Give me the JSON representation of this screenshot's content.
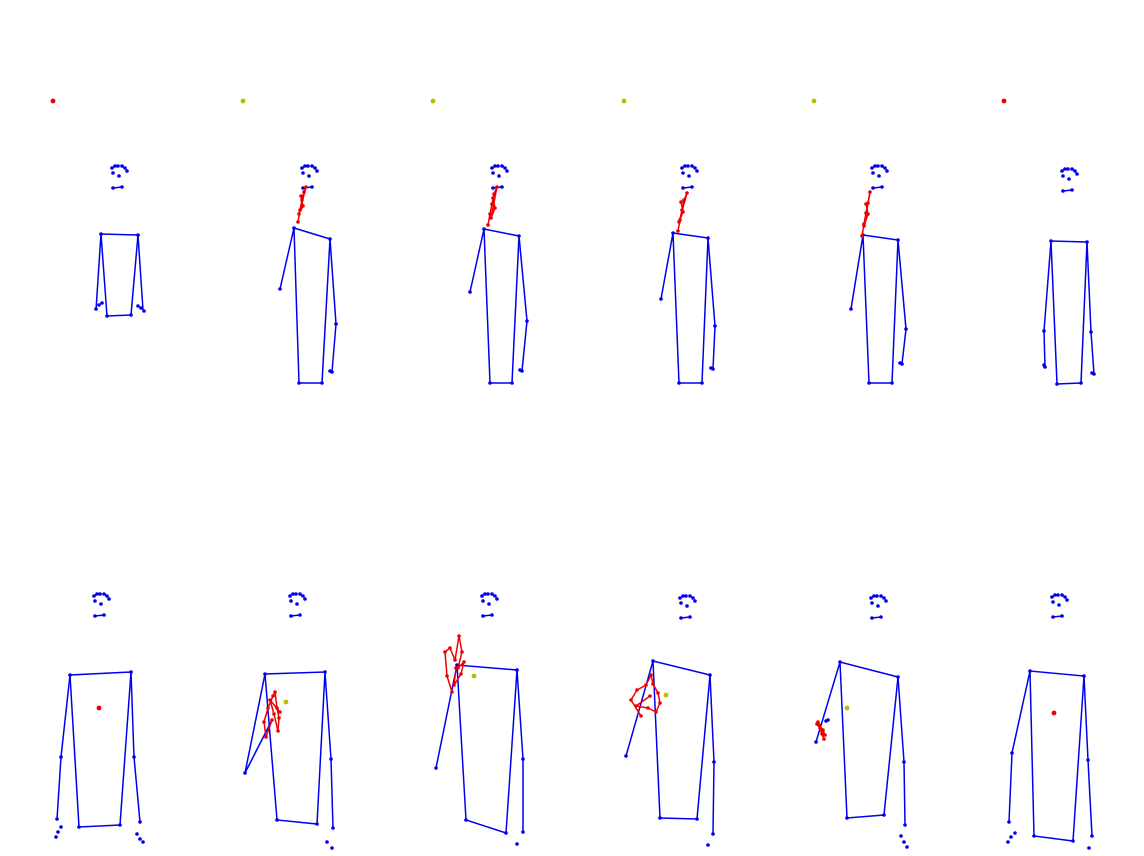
{
  "figure": {
    "colors": {
      "background": "#ffffff",
      "skeleton": "#0000ee",
      "hand": "#ee0000",
      "indicator_active": "#ee0000",
      "indicator_idle": "#bbbb00"
    },
    "rows": [
      {
        "name": "top-row",
        "frames": [
          {
            "indicator": "red"
          },
          {
            "indicator": "yellow"
          },
          {
            "indicator": "yellow"
          },
          {
            "indicator": "yellow"
          },
          {
            "indicator": "yellow"
          },
          {
            "indicator": "red"
          }
        ]
      },
      {
        "name": "bottom-row",
        "frames": [
          {
            "indicator": "red"
          },
          {
            "indicator": "yellow"
          },
          {
            "indicator": "yellow"
          },
          {
            "indicator": "yellow"
          },
          {
            "indicator": "yellow"
          },
          {
            "indicator": "red"
          }
        ]
      }
    ]
  }
}
